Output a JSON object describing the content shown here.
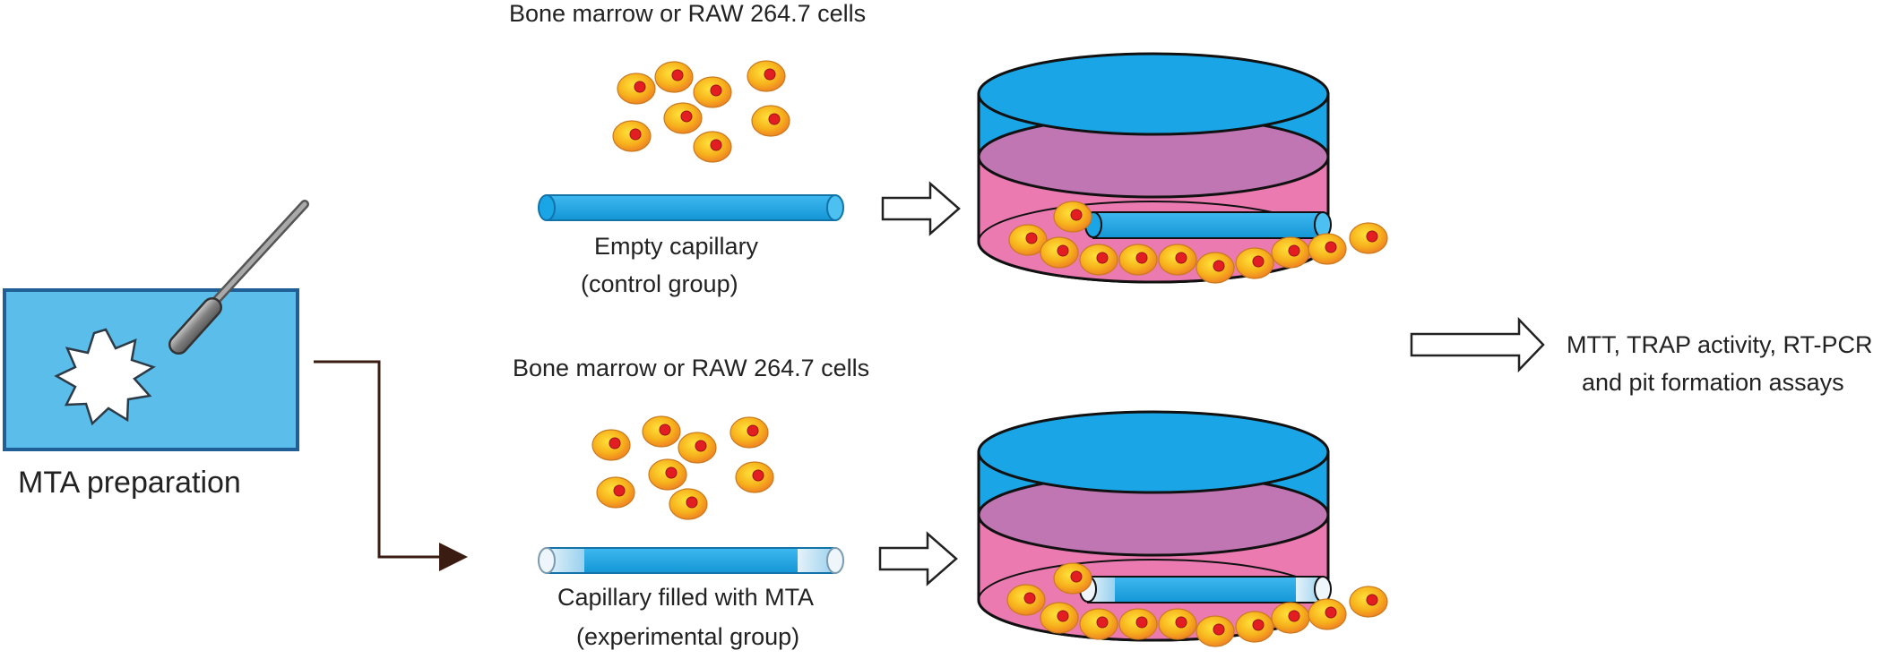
{
  "diagram": {
    "mta_prep": {
      "label": "MTA preparation"
    },
    "top_row": {
      "cells_label": "Bone marrow or RAW 264.7 cells",
      "capillary_label_line1": "Empty capillary",
      "capillary_label_line2": "(control group)"
    },
    "bottom_row": {
      "cells_label": "Bone marrow or RAW  264.7 cells",
      "capillary_label_line1": "Capillary filled with MTA",
      "capillary_label_line2": "(experimental group)"
    },
    "outcome": {
      "line1": "MTT, TRAP activity, RT-PCR",
      "line2": "and pit formation assays"
    }
  },
  "colors": {
    "medium_blue": "#5bbdea",
    "capillary_blue": "#1aa5e6",
    "dish_pink": "#eb7ab0",
    "dish_purple": "#bf76b2",
    "cell_yellow": "#f7c418",
    "cell_orange": "#f08a22",
    "nucleus_red": "#e21e23",
    "connector_brown": "#3a1c12"
  }
}
